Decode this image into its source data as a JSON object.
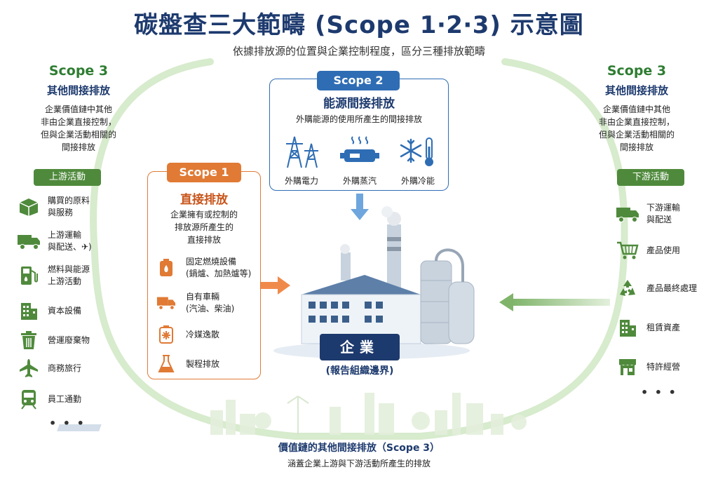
{
  "title": "碳盤查三大範疇 (Scope 1‧2‧3) 示意圖",
  "subtitle": "依據排放源的位置與企業控制程度，區分三種排放範疇",
  "left_scope3": {
    "scope": "Scope 3",
    "name": "其他間接排放",
    "desc": [
      "企業價值鏈中其他",
      "非由企業直接控制，",
      "但與企業活動相關的",
      "間接排放"
    ],
    "pill": "上游活動",
    "items": [
      {
        "icon": "box-icon",
        "label": [
          "購買的原料",
          "與服務"
        ]
      },
      {
        "icon": "truck-icon",
        "label": [
          "上游運輸",
          "與配送、✈)"
        ]
      },
      {
        "icon": "fuel-pump-icon",
        "label": [
          "燃料與能源",
          "上游活動"
        ]
      },
      {
        "icon": "building-icon",
        "label": [
          "資本設備"
        ]
      },
      {
        "icon": "trash-icon",
        "label": [
          "營運廢棄物"
        ]
      },
      {
        "icon": "airplane-icon",
        "label": [
          "商務旅行"
        ]
      },
      {
        "icon": "train-icon",
        "label": [
          "員工通勤"
        ]
      }
    ],
    "more": "• • •"
  },
  "right_scope3": {
    "scope": "Scope 3",
    "name": "其他間接排放",
    "desc": [
      "企業價值鏈中其他",
      "非由企業直接控制，",
      "但與企業活動相關的",
      "間接排放"
    ],
    "pill": "下游活動",
    "items": [
      {
        "icon": "truck-icon",
        "label": [
          "下游運輸",
          "與配送"
        ]
      },
      {
        "icon": "cart-icon",
        "label": [
          "產品使用"
        ]
      },
      {
        "icon": "recycle-icon",
        "label": [
          "產品最終處理"
        ]
      },
      {
        "icon": "building-icon",
        "label": [
          "租賃資產"
        ]
      },
      {
        "icon": "storefront-icon",
        "label": [
          "特許經營"
        ]
      }
    ],
    "more": "• • •"
  },
  "scope2": {
    "badge": "Scope 2",
    "title": "能源間接排放",
    "desc": "外購能源的使用所產生的間接排放",
    "items": [
      {
        "icon": "power-tower-icon",
        "label": "外購電力"
      },
      {
        "icon": "steam-icon",
        "label": "外購蒸汽"
      },
      {
        "icon": "snowflake-thermometer-icon",
        "label": "外購冷能"
      }
    ]
  },
  "scope1": {
    "badge": "Scope 1",
    "title": "直接排放",
    "desc": [
      "企業擁有或控制的",
      "排放源所產生的",
      "直接排放"
    ],
    "items": [
      {
        "icon": "boiler-icon",
        "label": [
          "固定燃燒設備",
          "(鍋爐、加熱爐等)"
        ]
      },
      {
        "icon": "truck-icon",
        "label": [
          "自有車輛",
          "(汽油、柴油)"
        ]
      },
      {
        "icon": "refrigerant-icon",
        "label": [
          "冷媒逸散"
        ]
      },
      {
        "icon": "flask-icon",
        "label": [
          "製程排放"
        ]
      }
    ]
  },
  "company": {
    "label": "企業",
    "sub": "(報告組織邊界)"
  },
  "bottom": {
    "title": "價值鏈的其他間接排放（Scope 3）",
    "desc": "涵蓋企業上游與下游活動所產生的排放"
  },
  "colors": {
    "navy": "#1d3a6e",
    "green": "#2e7d32",
    "pill_green": "#4f8a3c",
    "scope2_blue": "#2e6db4",
    "scope1_orange": "#e07a35"
  }
}
